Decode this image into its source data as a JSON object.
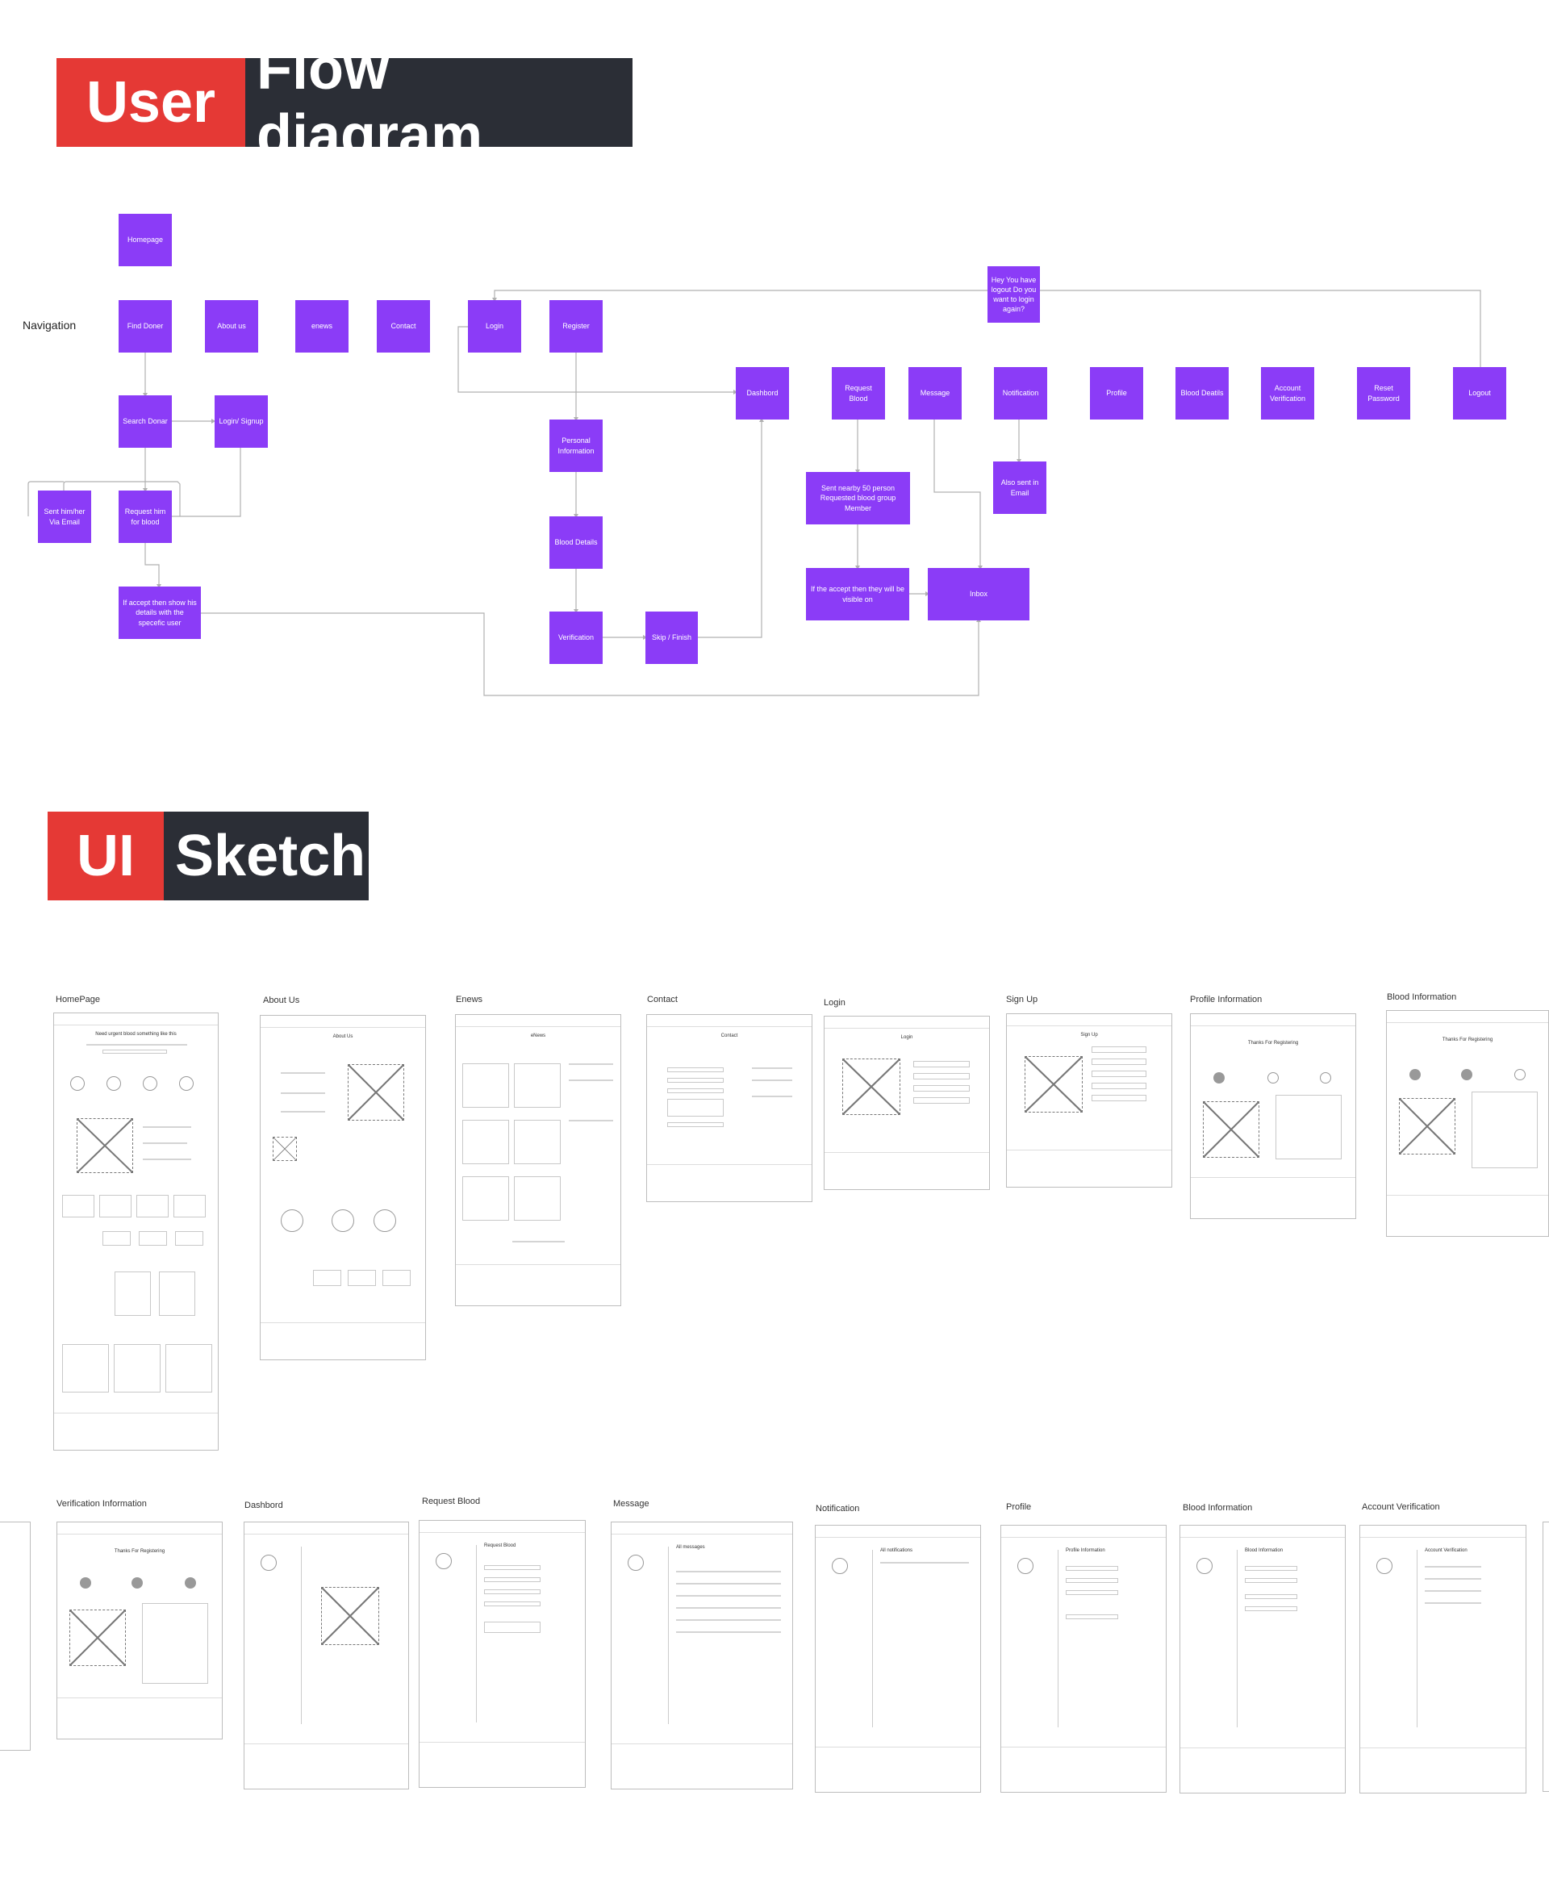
{
  "headers": {
    "flow": {
      "part1": "User",
      "part2": "Flow diagram"
    },
    "sketch": {
      "part1": "UI",
      "part2": "Sketch"
    }
  },
  "navigation_label": "Navigation",
  "colors": {
    "node": "#8b3cf7",
    "edge": "#b0b0b0",
    "banner_red": "#e53935",
    "banner_dark": "#2b2e36"
  },
  "flow_nodes": {
    "homepage": "Homepage",
    "find_doner": "Find Doner",
    "about_us": "About us",
    "enews": "enews",
    "contact": "Contact",
    "login": "Login",
    "register": "Register",
    "hey_logout": "Hey You have logout Do you want to login again?",
    "dashbord": "Dashbord",
    "request_blood": "Request Blood",
    "message": "Message",
    "notification": "Notification",
    "profile": "Profile",
    "blood_deatils": "Blood Deatils",
    "account_verification": "Account Verification",
    "reset_password": "Reset Password",
    "logout": "Logout",
    "search_donar": "Search Donar",
    "login_signup": "Login/ Signup",
    "sent_via_email": "Sent him/her Via Email",
    "request_him": "Request him for blood",
    "if_accept": "If accept then show his details with the specefic user",
    "personal_information": "Personal Information",
    "blood_details": "Blood Details",
    "verification": "Verification",
    "skip_finish": "Skip / Finish",
    "sent_nearby": "Sent nearby 50 person Requested blood group Member",
    "also_sent_email": "Also sent in Email",
    "if_they_accept": "If the accept then they will be visible on",
    "inbox": "Inbox"
  },
  "sketch_row1": {
    "homepage": {
      "label": "HomePage",
      "title": "Need urgent blood something like this"
    },
    "about_us": {
      "label": "About Us",
      "title": "About Us"
    },
    "enews": {
      "label": "Enews",
      "title": "eNews"
    },
    "contact": {
      "label": "Contact",
      "title": "Contact"
    },
    "login": {
      "label": "Login",
      "title": "Login"
    },
    "sign_up": {
      "label": "Sign Up",
      "title": "Sign Up"
    },
    "profile_information": {
      "label": "Profile Information",
      "title": "Thanks For Registering"
    },
    "blood_information": {
      "label": "Blood Information",
      "title": "Thanks For Registering"
    }
  },
  "sketch_row2": {
    "verification_information": {
      "label": "Verification Information",
      "title": "Thanks For Registering"
    },
    "dashbord": {
      "label": "Dashbord",
      "title": ""
    },
    "request_blood": {
      "label": "Request Blood",
      "title": "Request Blood"
    },
    "message": {
      "label": "Message",
      "title": "All messages"
    },
    "notification": {
      "label": "Notification",
      "title": "All notifications"
    },
    "profile": {
      "label": "Profile",
      "title": "Profile Information"
    },
    "blood_information": {
      "label": "Blood Information",
      "title": "Blood Information"
    },
    "account_verification": {
      "label": "Account Verification",
      "title": "Account Verification"
    }
  }
}
